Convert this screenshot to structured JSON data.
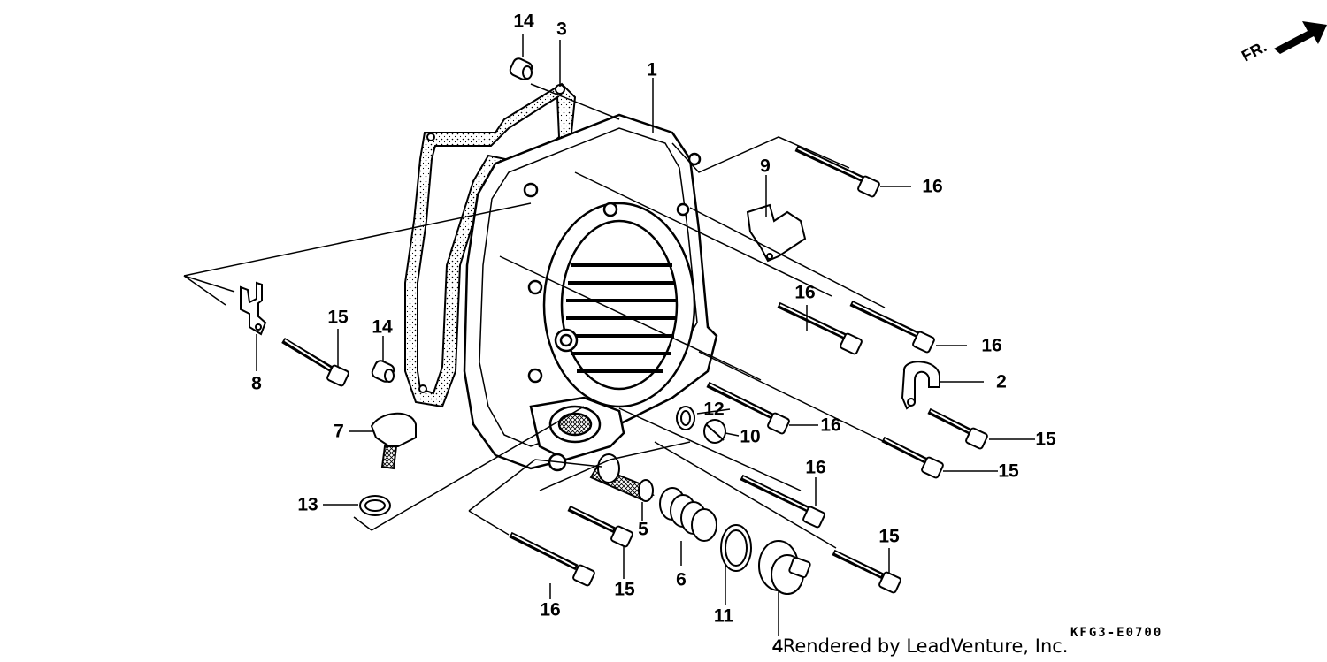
{
  "diagram": {
    "callouts": [
      {
        "id": "p1",
        "text": "1"
      },
      {
        "id": "p2",
        "text": "2"
      },
      {
        "id": "p3",
        "text": "3"
      },
      {
        "id": "p4",
        "text": "4"
      },
      {
        "id": "p5",
        "text": "5"
      },
      {
        "id": "p6",
        "text": "6"
      },
      {
        "id": "p7",
        "text": "7"
      },
      {
        "id": "p8",
        "text": "8"
      },
      {
        "id": "p9",
        "text": "9"
      },
      {
        "id": "p10",
        "text": "10"
      },
      {
        "id": "p11",
        "text": "11"
      },
      {
        "id": "p12",
        "text": "12"
      },
      {
        "id": "p13",
        "text": "13"
      },
      {
        "id": "p14a",
        "text": "14"
      },
      {
        "id": "p14b",
        "text": "14"
      },
      {
        "id": "p15a",
        "text": "15"
      },
      {
        "id": "p15b",
        "text": "15"
      },
      {
        "id": "p15c",
        "text": "15"
      },
      {
        "id": "p15d",
        "text": "15"
      },
      {
        "id": "p15e",
        "text": "15"
      },
      {
        "id": "p16a",
        "text": "16"
      },
      {
        "id": "p16b",
        "text": "16"
      },
      {
        "id": "p16c",
        "text": "16"
      },
      {
        "id": "p16d",
        "text": "16"
      },
      {
        "id": "p16e",
        "text": "16"
      },
      {
        "id": "p16f",
        "text": "16"
      }
    ],
    "direction_label": "FR.",
    "drawing_code": "KFG3-E0700",
    "credit_text": "Rendered by LeadVenture, Inc.",
    "colors": {
      "ink": "#000000",
      "background": "#ffffff"
    }
  }
}
